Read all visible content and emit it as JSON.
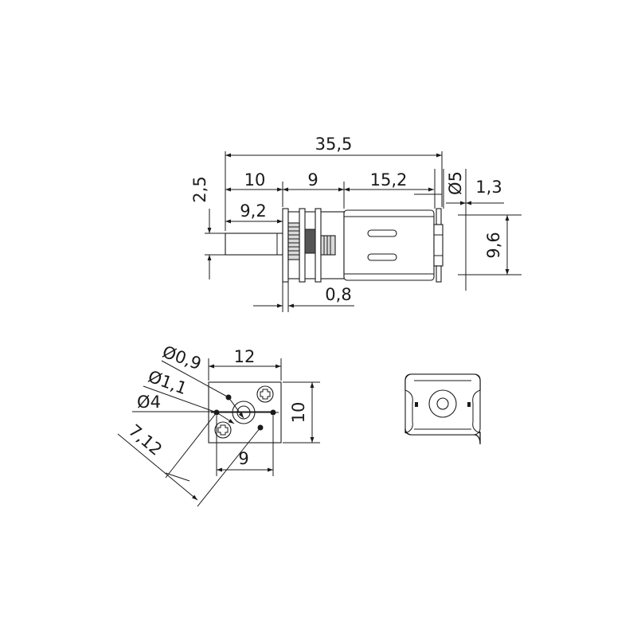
{
  "dimensions": {
    "total_length": "35,5",
    "gearbox_length": "10",
    "gear_section": "9",
    "motor_length": "15,2",
    "shaft_length": "9,2",
    "shaft_offset": "2,5",
    "motor_diameter": "Ø5",
    "terminal_length": "1,3",
    "body_height": "9,6",
    "plate_thickness": "0,8",
    "mount_width": "12",
    "mount_height": "10",
    "hole_spacing": "9",
    "hole_diameter_small": "Ø0,9",
    "hole_diameter_medium": "Ø1,1",
    "shaft_boss_diameter": "Ø4",
    "diagonal_distance": "7,12"
  }
}
